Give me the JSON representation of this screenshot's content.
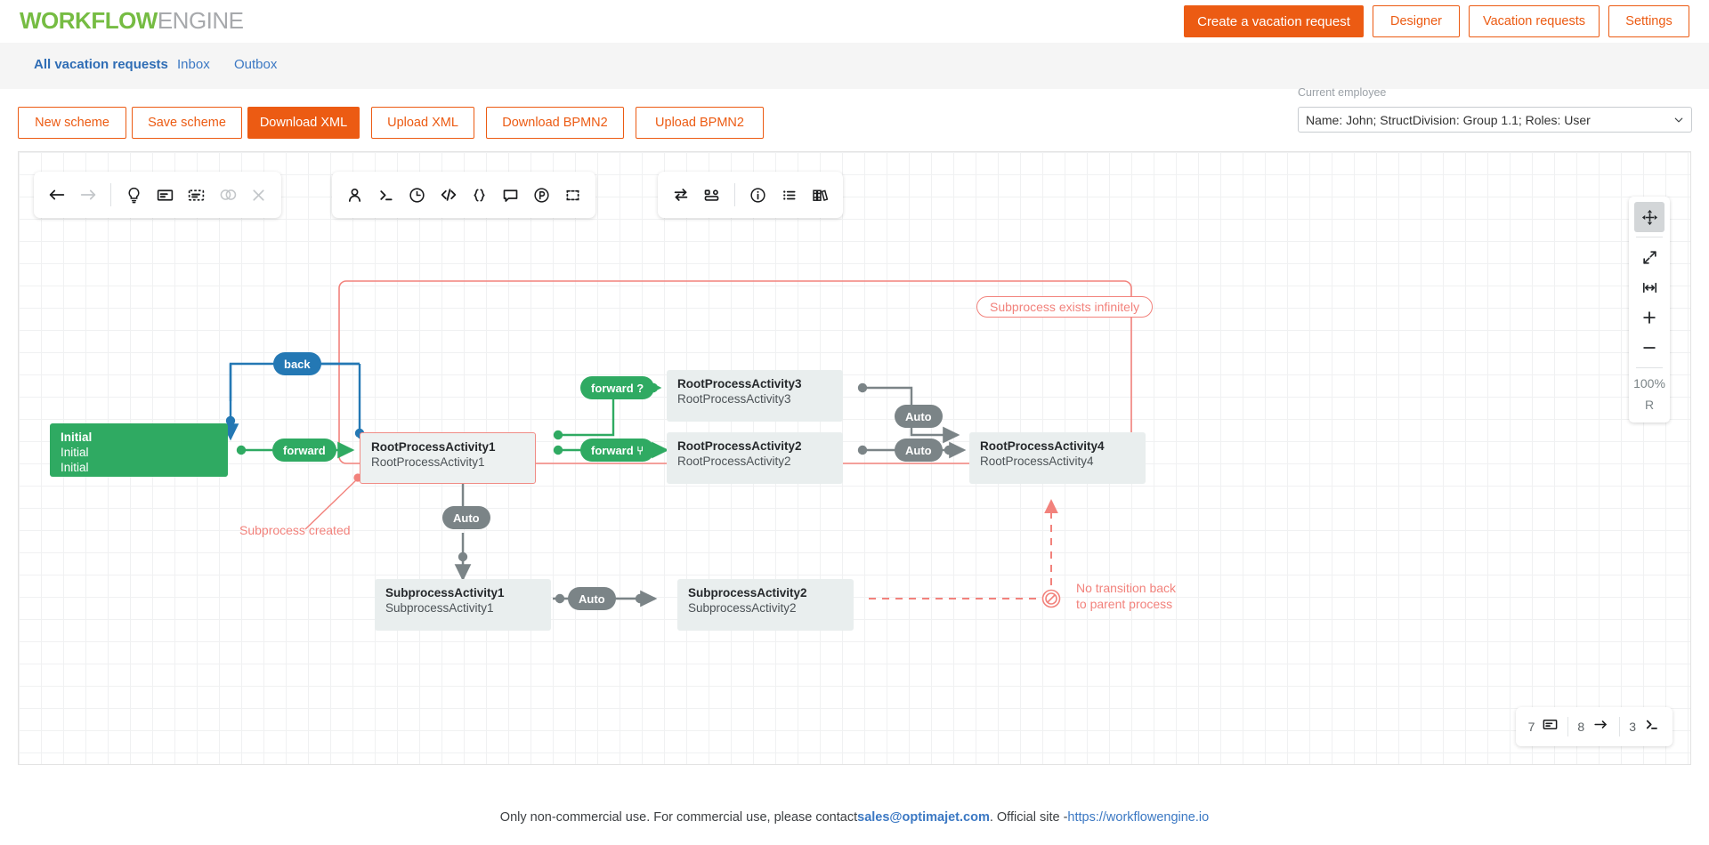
{
  "header": {
    "logo_primary": "WORKFLOW",
    "logo_secondary": "ENGINE",
    "buttons": {
      "create": "Create a vacation request",
      "designer": "Designer",
      "vacation_requests": "Vacation requests",
      "settings": "Settings"
    },
    "accent_color": "#ec5b13"
  },
  "subnav": {
    "links": [
      {
        "label": "All vacation requests",
        "active": true
      },
      {
        "label": "Inbox",
        "active": false
      },
      {
        "label": "Outbox",
        "active": false
      }
    ],
    "current_employee_label": "Current employee",
    "current_employee_value": "Name: John; StructDivision: Group 1.1; Roles: User"
  },
  "actions": {
    "new_scheme": "New scheme",
    "save_scheme": "Save scheme",
    "download_xml": "Download XML",
    "upload_xml": "Upload XML",
    "download_bpmn2": "Download BPMN2",
    "upload_bpmn2": "Upload BPMN2"
  },
  "toolbars": {
    "group1": [
      "undo-icon",
      "redo-icon",
      "lightbulb-icon",
      "note-icon",
      "select-region-icon",
      "toggle-icon",
      "close-icon"
    ],
    "group2": [
      "user-icon",
      "terminal-icon",
      "timer-icon",
      "code-icon",
      "braces-icon",
      "comment-icon",
      "parameter-icon",
      "dashed-rect-icon"
    ],
    "group3": [
      "swap-icon",
      "layout-icon",
      "info-icon",
      "list-icon",
      "library-icon"
    ]
  },
  "diagram": {
    "nodes": [
      {
        "id": "initial",
        "title": "Initial",
        "subtitle": "Initial",
        "extra": "Initial",
        "state": "initial"
      },
      {
        "id": "rpa1",
        "title": "RootProcessActivity1",
        "subtitle": "RootProcessActivity1",
        "state": "selected"
      },
      {
        "id": "rpa2",
        "title": "RootProcessActivity2",
        "subtitle": "RootProcessActivity2",
        "state": "normal"
      },
      {
        "id": "rpa3",
        "title": "RootProcessActivity3",
        "subtitle": "RootProcessActivity3",
        "state": "normal"
      },
      {
        "id": "rpa4",
        "title": "RootProcessActivity4",
        "subtitle": "RootProcessActivity4",
        "state": "normal"
      },
      {
        "id": "sub1",
        "title": "SubprocessActivity1",
        "subtitle": "SubprocessActivity1",
        "state": "normal"
      },
      {
        "id": "sub2",
        "title": "SubprocessActivity2",
        "subtitle": "SubprocessActivity2",
        "state": "normal"
      }
    ],
    "transitions": [
      {
        "id": "t-back",
        "label": "back",
        "color": "blue"
      },
      {
        "id": "t-forward",
        "label": "forward",
        "color": "green"
      },
      {
        "id": "t-forward-q",
        "label": "forward ?",
        "color": "green"
      },
      {
        "id": "t-forward-f",
        "label": "forward ⑂",
        "color": "green"
      },
      {
        "id": "t-auto-1",
        "label": "Auto",
        "color": "gray"
      },
      {
        "id": "t-auto-2",
        "label": "Auto",
        "color": "gray"
      },
      {
        "id": "t-auto-3",
        "label": "Auto",
        "color": "gray"
      },
      {
        "id": "t-auto-4",
        "label": "Auto",
        "color": "gray"
      }
    ],
    "annotations": {
      "subprocess_created": "Subprocess created",
      "subprocess_infinite": "Subprocess exists infinitely",
      "no_transition_line1": "No transition back",
      "no_transition_line2": "to parent process"
    },
    "colors": {
      "initial": "#2faa62",
      "green": "#2faa62",
      "blue": "#2478b4",
      "gray": "#7b8487",
      "warn": "#f2827c"
    }
  },
  "zoom_panel": {
    "tools": [
      "pan-icon",
      "fit-screen-icon",
      "fit-width-icon",
      "zoom-in-icon",
      "zoom-out-icon"
    ],
    "zoom_level": "100%",
    "reset_label": "R"
  },
  "counters": [
    {
      "value": "7",
      "icon": "activity-icon"
    },
    {
      "value": "8",
      "icon": "transition-arrow-icon"
    },
    {
      "value": "3",
      "icon": "command-terminal-icon"
    }
  ],
  "footer": {
    "text_before": "Only non-commercial use. For commercial use, please contact ",
    "email": "sales@optimajet.com",
    "text_middle": ". Official site - ",
    "site": "https://workflowengine.io"
  }
}
